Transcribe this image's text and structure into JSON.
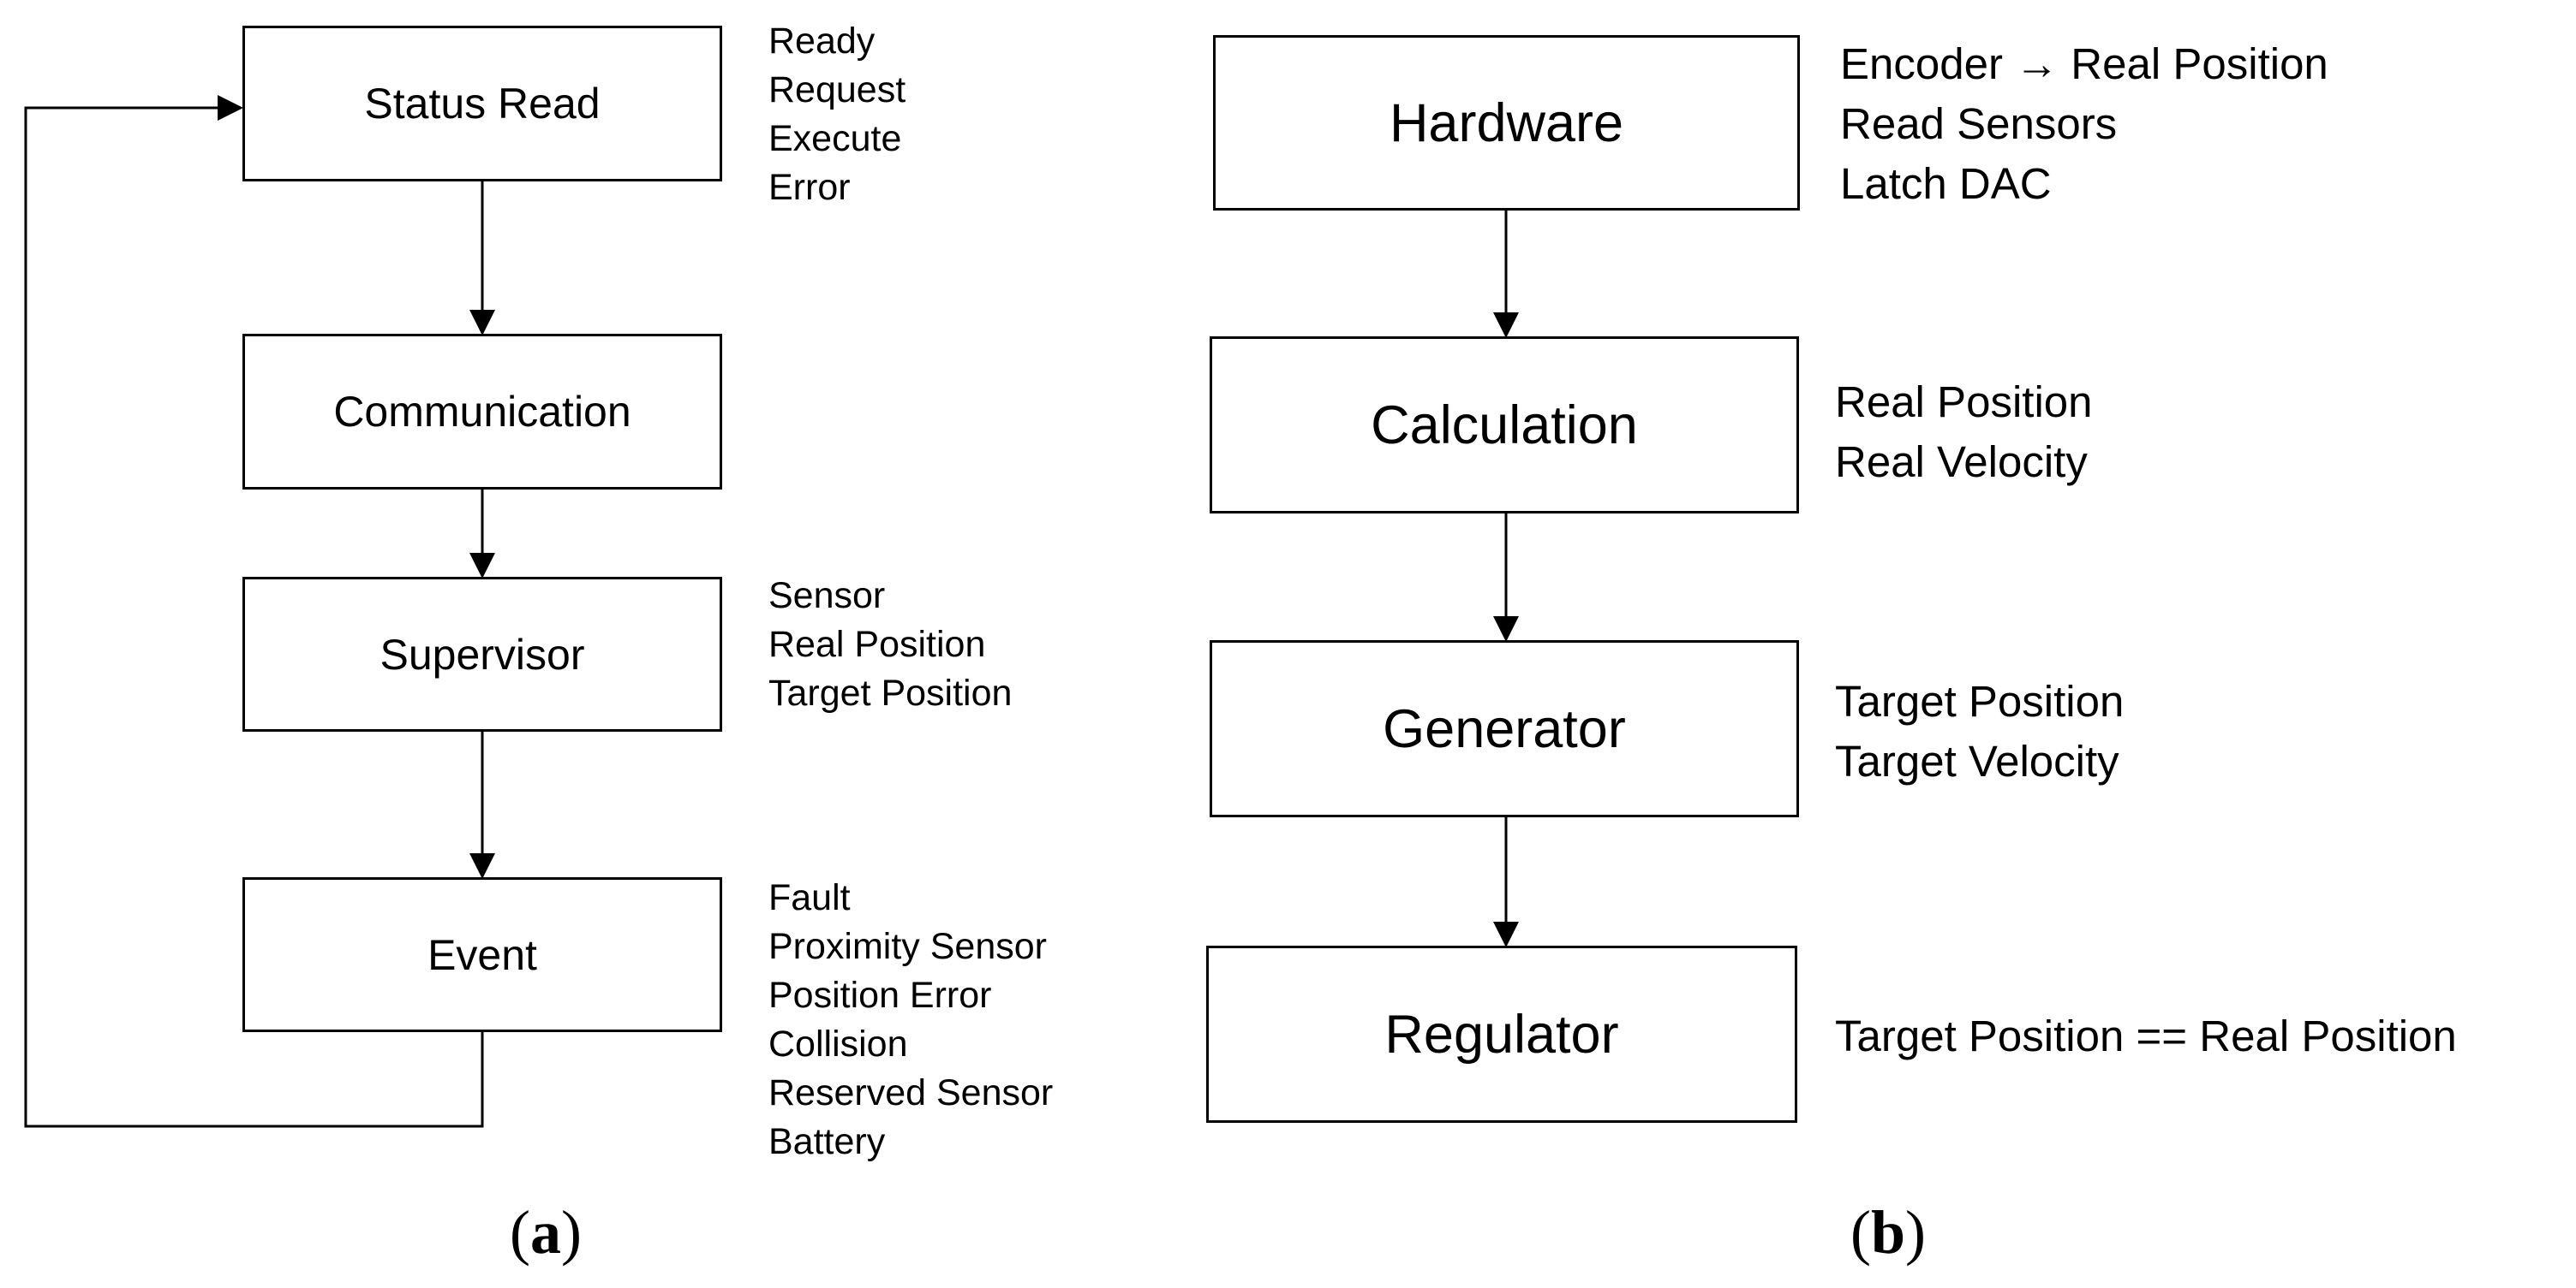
{
  "panel_a": {
    "label": "a",
    "boxes": [
      "Status Read",
      "Communication",
      "Supervisor",
      "Event"
    ],
    "notes": {
      "status_read": [
        "Ready",
        "Request",
        "Execute",
        "Error"
      ],
      "supervisor": [
        "Sensor",
        "Real Position",
        "Target Position"
      ],
      "event": [
        "Fault",
        "Proximity Sensor",
        "Position Error",
        "Collision",
        "Reserved Sensor",
        "Battery"
      ]
    }
  },
  "panel_b": {
    "label": "b",
    "boxes": [
      "Hardware",
      "Calculation",
      "Generator",
      "Regulator"
    ],
    "notes": {
      "hardware": [
        "Encoder → Real Position",
        "Read Sensors",
        "Latch DAC"
      ],
      "calculation": [
        "Real Position",
        "Real Velocity"
      ],
      "generator": [
        "Target Position",
        "Target Velocity"
      ],
      "regulator": [
        "Target Position == Real Position"
      ]
    }
  }
}
